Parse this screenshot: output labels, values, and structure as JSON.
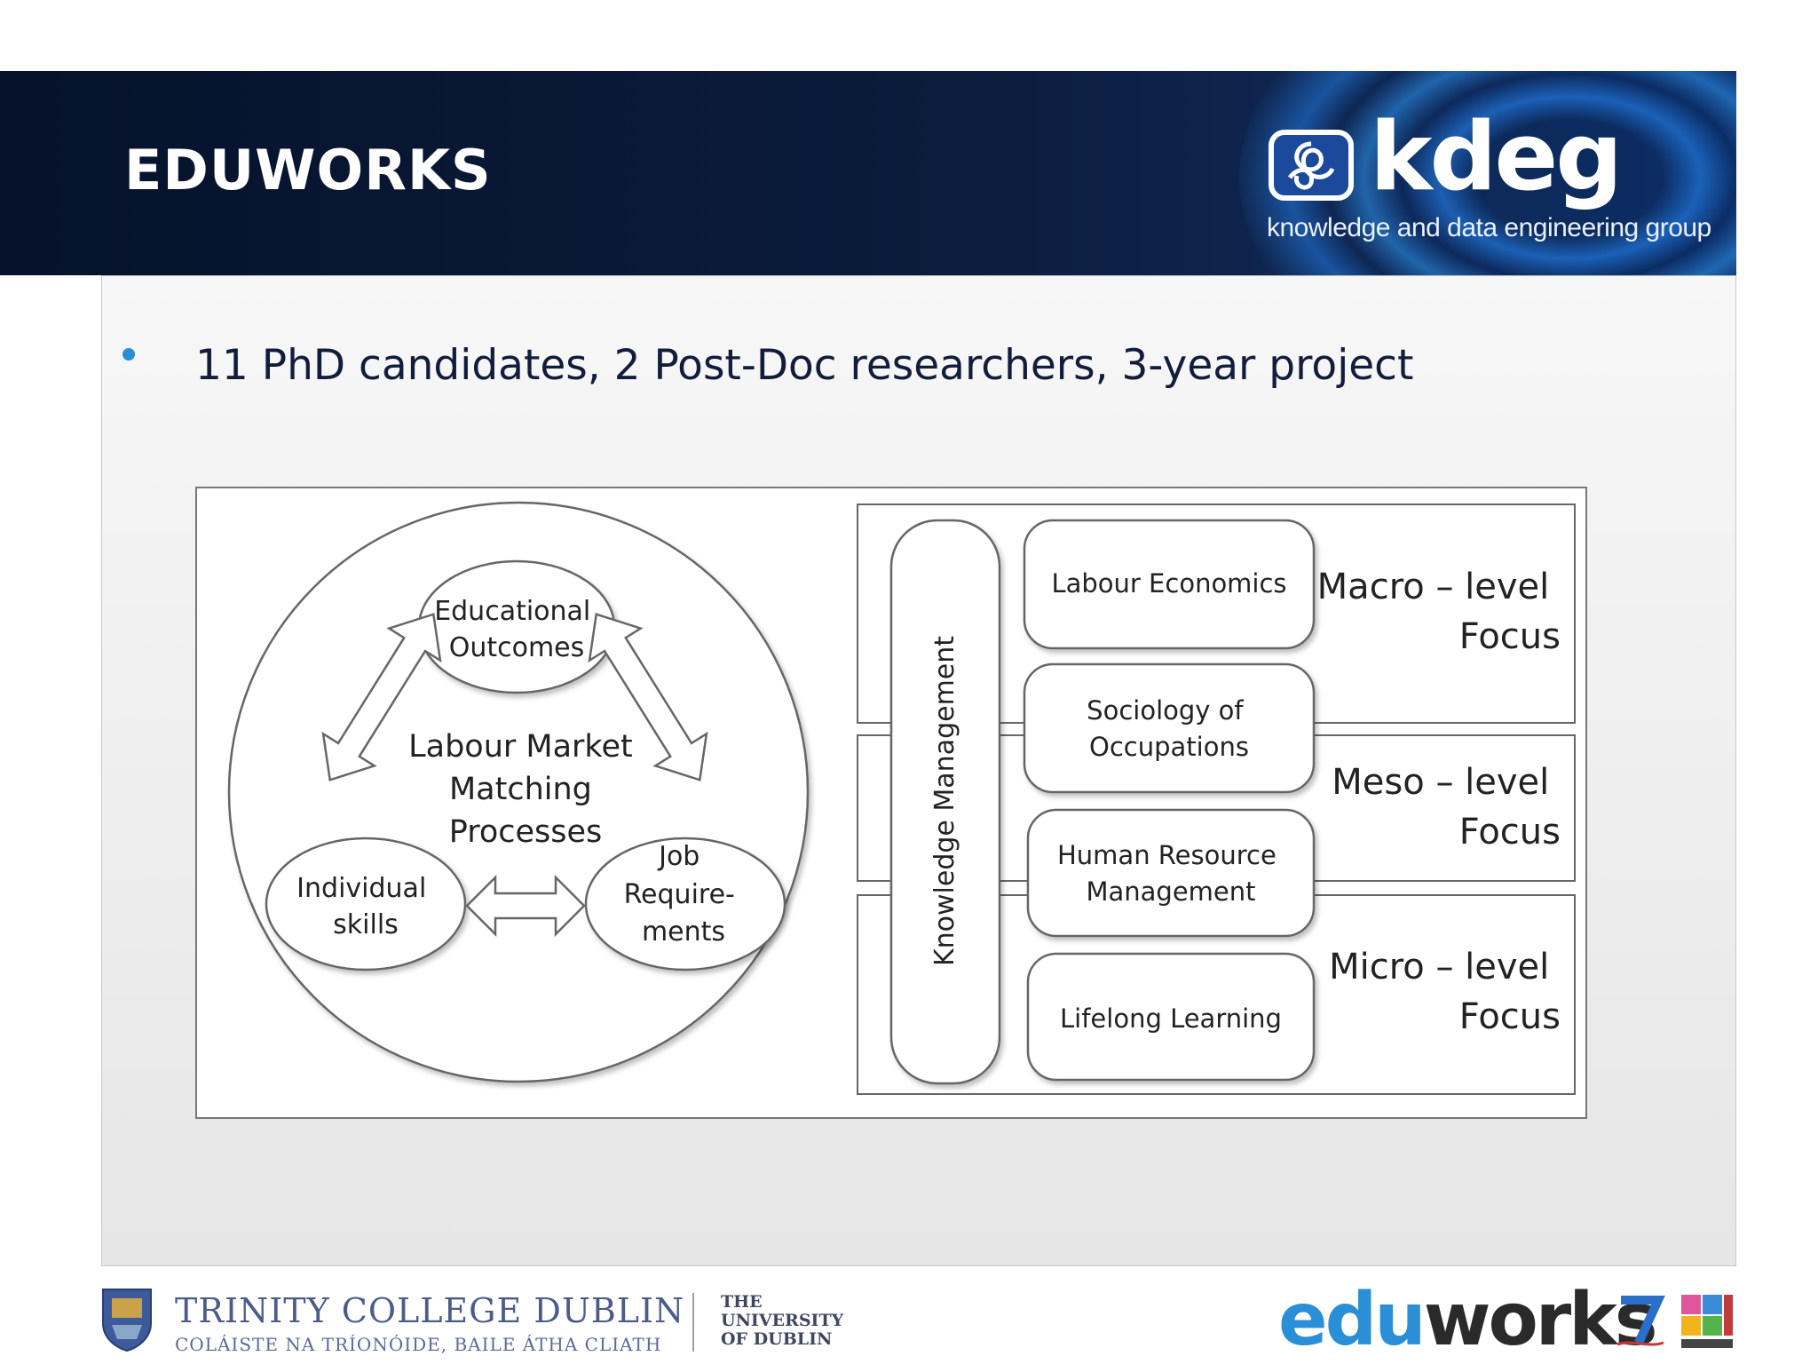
{
  "header": {
    "title": "EDUWORKS",
    "logo_word": "kdeg",
    "logo_tagline": "knowledge and data engineering group"
  },
  "bullet": {
    "text": "11 PhD candidates, 2 Post-Doc researchers, 3-year project"
  },
  "diagram": {
    "circle": {
      "top": [
        "Educational",
        "Outcomes"
      ],
      "center": [
        "Labour Market",
        "Matching",
        "Processes"
      ],
      "left": [
        "Individual",
        "skills"
      ],
      "right": [
        "Job",
        "Require-",
        "ments"
      ]
    },
    "vertical_label": "Knowledge Management",
    "disciplines": [
      [
        "Labour Economics"
      ],
      [
        "Sociology of",
        "Occupations"
      ],
      [
        "Human Resource",
        "Management"
      ],
      [
        "Lifelong Learning"
      ]
    ],
    "levels": [
      [
        "Macro – level",
        "Focus"
      ],
      [
        "Meso – level",
        "Focus"
      ],
      [
        "Micro – level",
        "Focus"
      ]
    ]
  },
  "footer": {
    "tcd_name": "TRINITY COLLEGE DUBLIN",
    "tcd_irish": "COLÁISTE NA TRÍONÓIDE, BAILE ÁTHA CLIATH",
    "univ_lines": [
      "THE",
      "UNIVERSITY",
      "OF DUBLIN"
    ],
    "edu_logo_a": "edu",
    "edu_logo_b": "works"
  },
  "colors": {
    "header_bg": "#06122b",
    "bullet": "#2a8fd6",
    "edu_blue": "#2a8fd6"
  }
}
